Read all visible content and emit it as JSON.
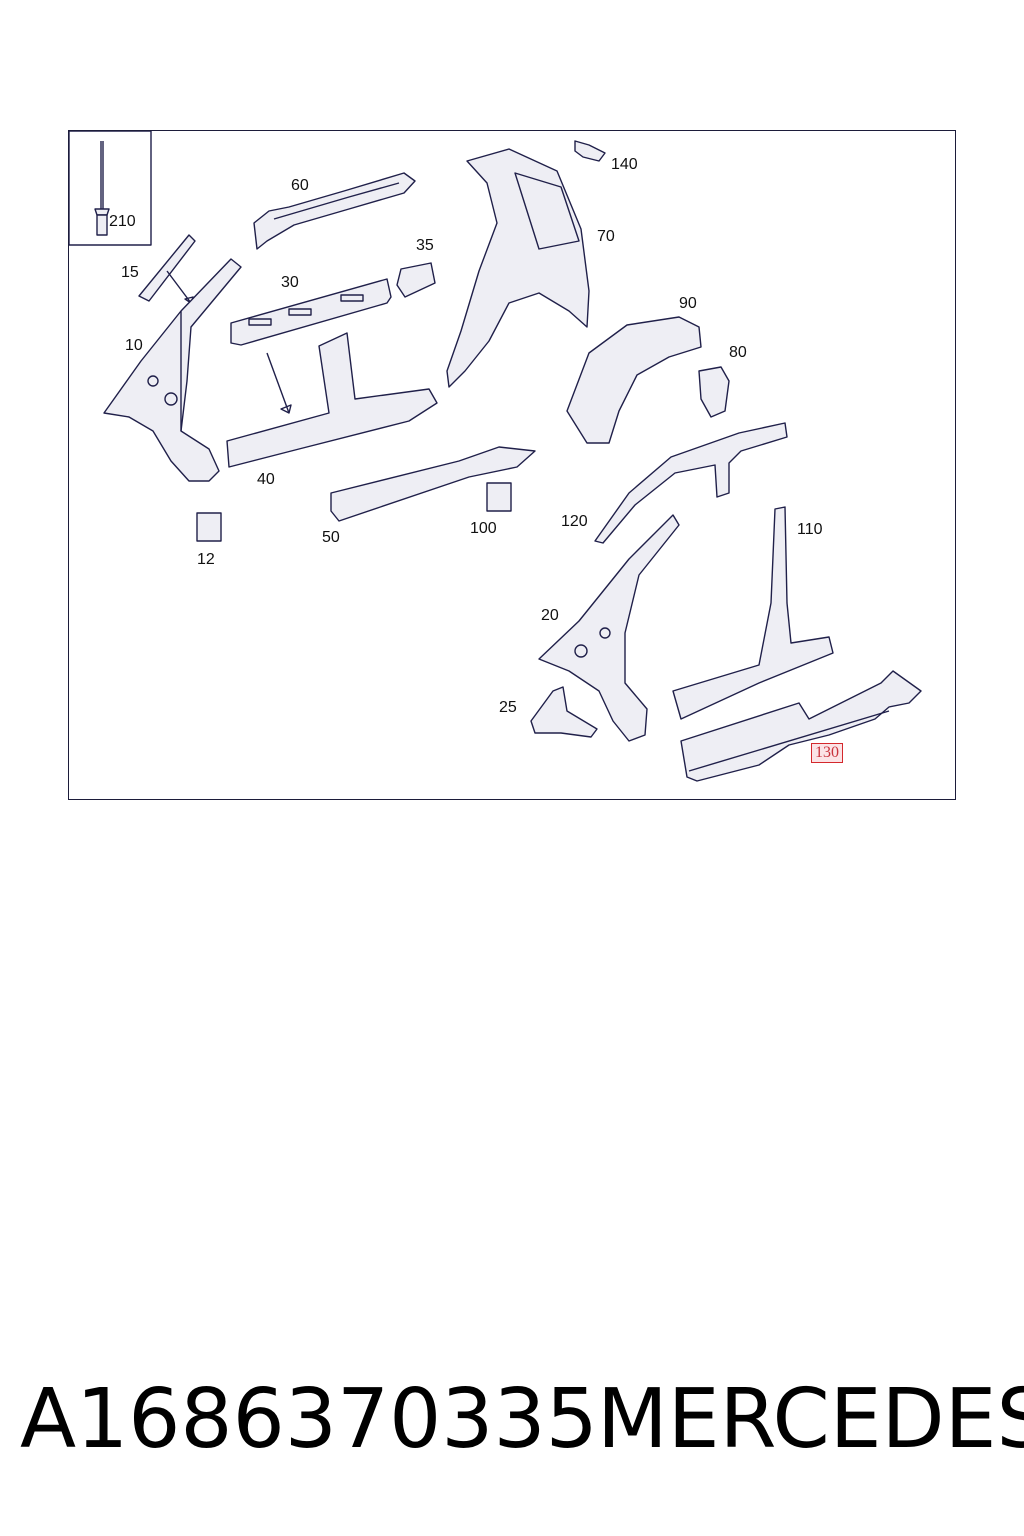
{
  "callouts": [
    {
      "id": "210",
      "label": "210"
    },
    {
      "id": "60",
      "label": "60"
    },
    {
      "id": "35",
      "label": "35"
    },
    {
      "id": "140",
      "label": "140"
    },
    {
      "id": "70",
      "label": "70"
    },
    {
      "id": "15",
      "label": "15"
    },
    {
      "id": "30",
      "label": "30"
    },
    {
      "id": "10",
      "label": "10"
    },
    {
      "id": "90",
      "label": "90"
    },
    {
      "id": "80",
      "label": "80"
    },
    {
      "id": "40",
      "label": "40"
    },
    {
      "id": "50",
      "label": "50"
    },
    {
      "id": "100",
      "label": "100"
    },
    {
      "id": "120",
      "label": "120"
    },
    {
      "id": "110",
      "label": "110"
    },
    {
      "id": "12",
      "label": "12"
    },
    {
      "id": "20",
      "label": "20"
    },
    {
      "id": "25",
      "label": "25"
    },
    {
      "id": "130",
      "label": "130",
      "highlighted": true
    }
  ],
  "footer": {
    "part_number": "A1686370335",
    "brand": "MERCEDES"
  },
  "colors": {
    "line": "#20204a",
    "highlight_border": "#d4282c",
    "highlight_text": "#c8323b"
  }
}
